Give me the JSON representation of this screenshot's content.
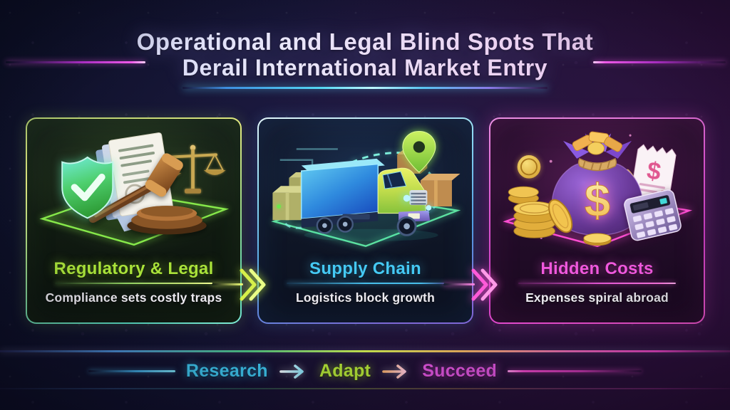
{
  "title": {
    "line1": "Operational and Legal Blind Spots That",
    "line2": "Derail International Market Entry"
  },
  "cards": [
    {
      "heading": "Regulatory & Legal",
      "subtitle": "Compliance sets costly traps",
      "accent_color": "#a9e23a",
      "icon": "shield-gavel-scales-documents-icon"
    },
    {
      "heading": "Supply Chain",
      "subtitle": "Logistics block growth",
      "accent_color": "#45c9f4",
      "icon": "truck-boxes-map-pin-icon"
    },
    {
      "heading": "Hidden Costs",
      "subtitle": "Expenses spiral abroad",
      "accent_color": "#ef58dd",
      "icon": "money-bag-coins-calculator-icon"
    }
  ],
  "connectors": [
    {
      "icon": "double-chevron-right-icon",
      "color": "#d6f04a"
    },
    {
      "icon": "double-chevron-right-icon",
      "color": "#ff5ad8"
    }
  ],
  "footer": {
    "steps": [
      {
        "label": "Research",
        "color": "#3fc9f2"
      },
      {
        "label": "Adapt",
        "color": "#b5e637"
      },
      {
        "label": "Succeed",
        "color": "#e155df"
      }
    ],
    "arrow_icon": "right-arrow-icon"
  }
}
